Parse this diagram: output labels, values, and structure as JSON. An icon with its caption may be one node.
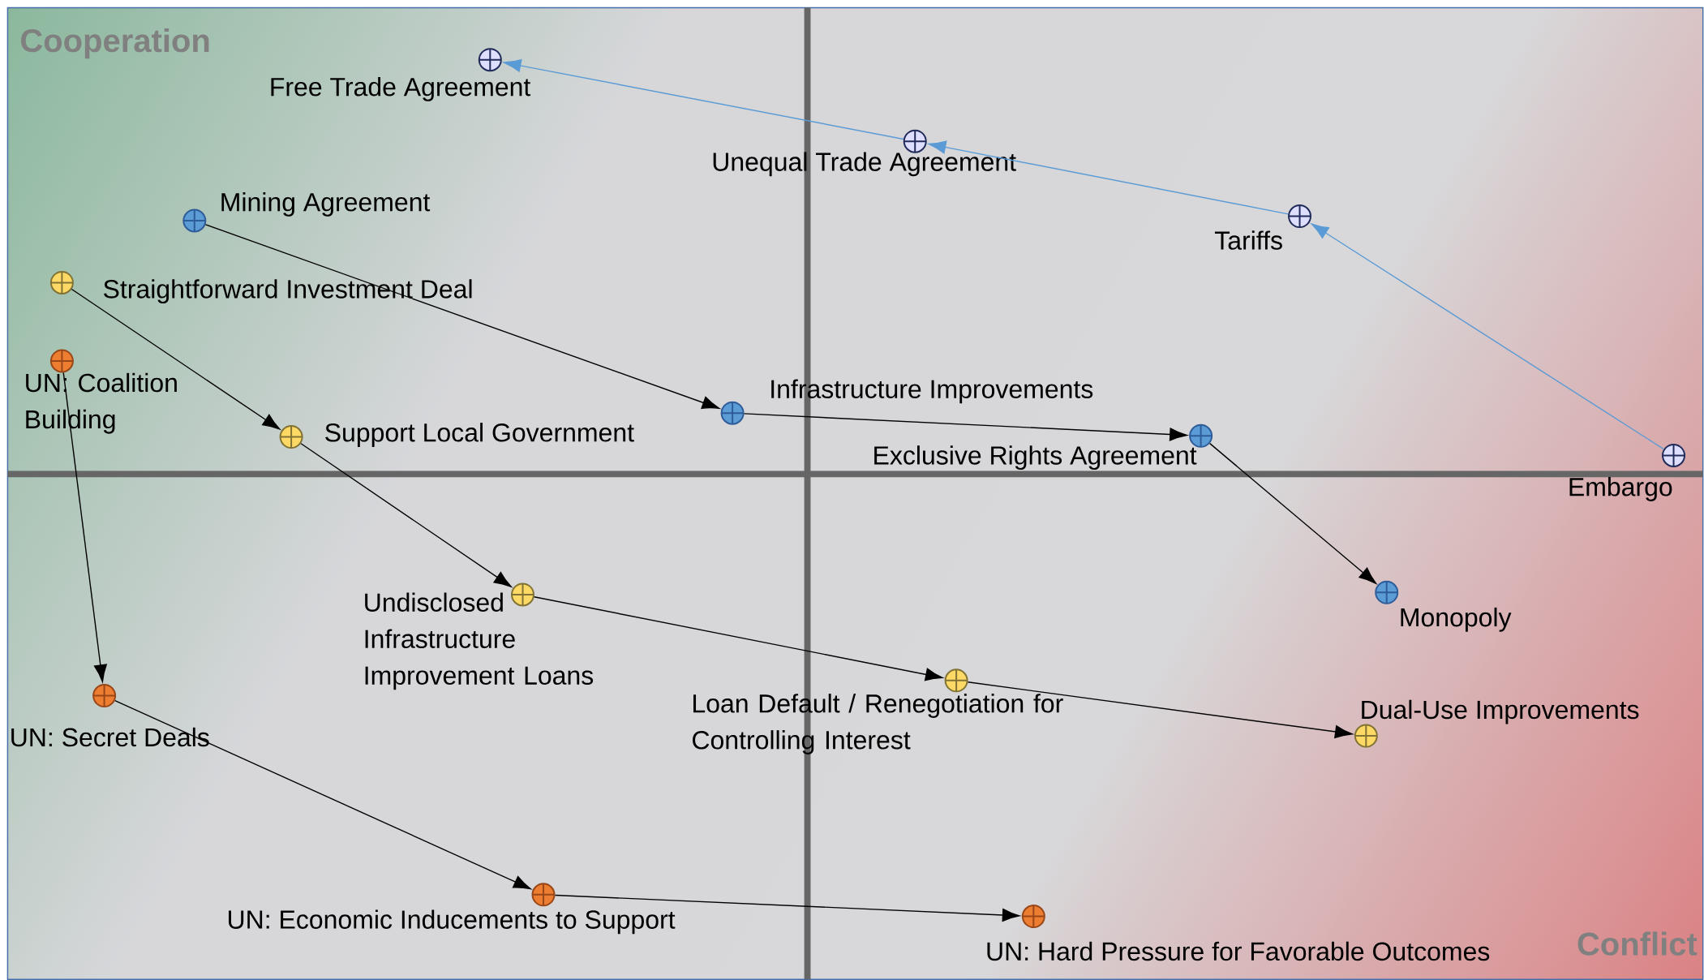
{
  "diagram": {
    "nodes": [
      {
        "text": [],
        "shape": "circle",
        "beside": [
          "Free Trade Agreement"
        ]
      },
      {
        "text": [],
        "shape": "circle",
        "beside": [
          "Unequal Trade Agreement"
        ]
      },
      {
        "text": [],
        "shape": "circle",
        "beside": [
          "Tariffs"
        ]
      },
      {
        "text": [],
        "shape": "circle",
        "beside": [
          "Embargo"
        ]
      },
      {
        "text": [],
        "shape": "circle",
        "beside": [
          "Mining Agreement"
        ]
      },
      {
        "text": [],
        "shape": "circle",
        "beside": [
          "Infrastructure Improvements"
        ]
      },
      {
        "text": [],
        "shape": "circle",
        "beside": [
          "Exclusive Rights Agreement"
        ]
      },
      {
        "text": [],
        "shape": "circle",
        "beside": [
          "Monopoly"
        ]
      },
      {
        "text": [],
        "shape": "circle",
        "beside": [
          "Straightforward Investment Deal"
        ]
      },
      {
        "text": [],
        "shape": "circle",
        "beside": [
          "Support Local Government"
        ]
      },
      {
        "text": [],
        "shape": "circle",
        "beside": [
          "Undisclosed Infrastructure Improvement Loans"
        ]
      },
      {
        "text": [],
        "shape": "circle",
        "beside": [
          "Loan Default / Renegotiation for Controlling Interest"
        ]
      },
      {
        "text": [],
        "shape": "circle",
        "beside": [
          "Dual-Use Improvements"
        ]
      },
      {
        "text": [],
        "shape": "circle",
        "beside": [
          "UN: Coalition Building"
        ]
      },
      {
        "text": [],
        "shape": "circle",
        "beside": [
          "UN: Secret Deals"
        ]
      },
      {
        "text": [],
        "shape": "circle",
        "beside": [
          "UN: Economic Inducements to Support"
        ]
      },
      {
        "text": [],
        "shape": "circle",
        "beside": [
          "UN: Hard Pressure for Favorable Outcomes"
        ]
      }
    ],
    "edges": [
      {
        "from": 3,
        "to": 2,
        "arrow": "to",
        "color": "#5b9bd5"
      },
      {
        "from": 2,
        "to": 1,
        "arrow": "to",
        "color": "#5b9bd5"
      },
      {
        "from": 1,
        "to": 0,
        "arrow": "to",
        "color": "#5b9bd5"
      },
      {
        "from": 4,
        "to": 5,
        "arrow": "to"
      },
      {
        "from": 5,
        "to": 6,
        "arrow": "to"
      },
      {
        "from": 6,
        "to": 7,
        "arrow": "to"
      },
      {
        "from": 8,
        "to": 9,
        "arrow": "to"
      },
      {
        "from": 9,
        "to": 10,
        "arrow": "to"
      },
      {
        "from": 10,
        "to": 11,
        "arrow": "to"
      },
      {
        "from": 11,
        "to": 12,
        "arrow": "to"
      },
      {
        "from": 13,
        "to": 14,
        "arrow": "to"
      },
      {
        "from": 14,
        "to": 15,
        "arrow": "to"
      },
      {
        "from": 15,
        "to": 16,
        "arrow": "to"
      }
    ],
    "labels": [
      "Cooperation",
      "Conflict"
    ]
  }
}
